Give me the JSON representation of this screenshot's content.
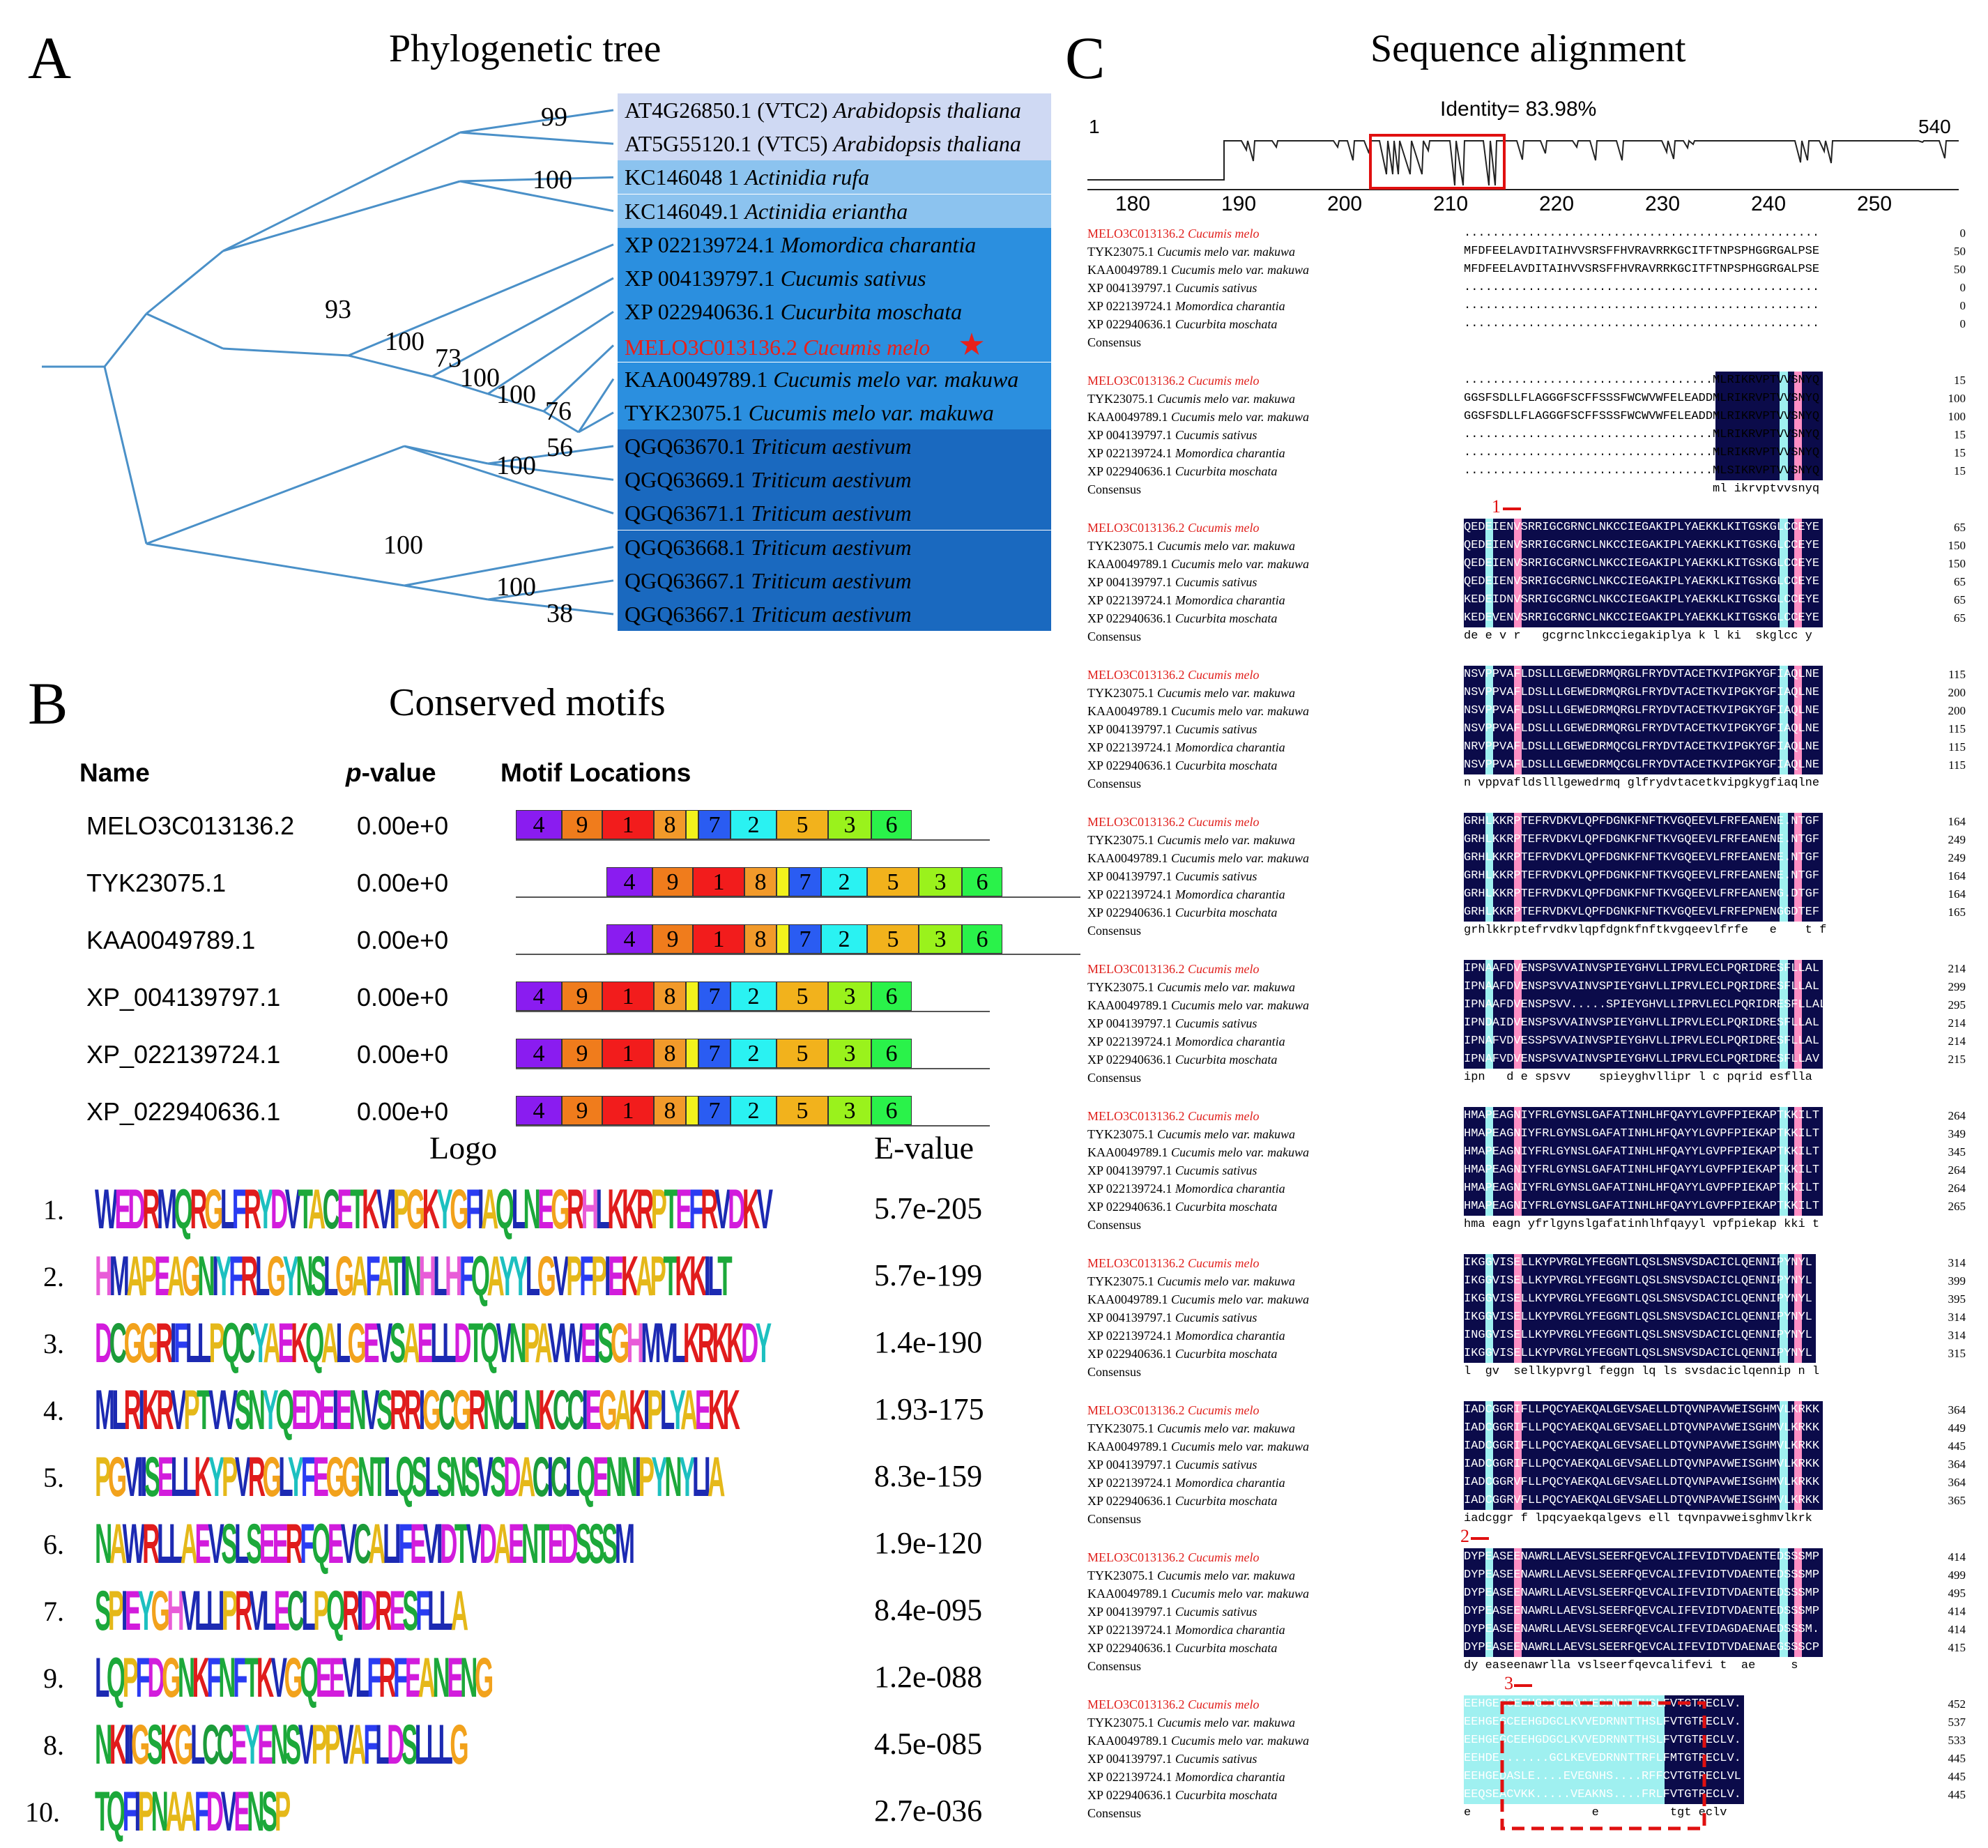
{
  "panelA": {
    "letter": "A",
    "title": "Phylogenetic tree",
    "bootstrap": [
      "99",
      "100",
      "93",
      "100",
      "73",
      "100",
      "100",
      "76",
      "100",
      "56",
      "100",
      "100",
      "38"
    ],
    "taxa": [
      {
        "id": "AT4G26850.1 (VTC2)",
        "species": "Arabidopsis thaliana",
        "color": "#cfd9f3"
      },
      {
        "id": "AT5G55120.1 (VTC5)",
        "species": "Arabidopsis thaliana",
        "color": "#cfd9f3"
      },
      {
        "id": "KC146048 1",
        "species": "Actinidia rufa",
        "color": "#8cc3ef"
      },
      {
        "id": "KC146049.1",
        "species": "Actinidia eriantha",
        "color": "#8cc3ef"
      },
      {
        "id": "XP 022139724.1",
        "species": "Momordica charantia",
        "color": "#2b8fdf"
      },
      {
        "id": "XP 004139797.1",
        "species": "Cucumis sativus",
        "color": "#2b8fdf"
      },
      {
        "id": "XP 022940636.1",
        "species": "Cucurbita moschata",
        "color": "#2b8fdf"
      },
      {
        "id": "MELO3C013136.2",
        "species": "Cucumis melo",
        "color": "#2b8fdf",
        "highlight": true
      },
      {
        "id": "KAA0049789.1",
        "species": "Cucumis melo var. makuwa",
        "color": "#2b8fdf"
      },
      {
        "id": "TYK23075.1",
        "species": "Cucumis melo var. makuwa",
        "color": "#2b8fdf"
      },
      {
        "id": "QGQ63670.1",
        "species": "Triticum aestivum",
        "color": "#1a69bf"
      },
      {
        "id": "QGQ63669.1",
        "species": "Triticum aestivum",
        "color": "#1a69bf"
      },
      {
        "id": "QGQ63671.1",
        "species": "Triticum aestivum",
        "color": "#1a69bf"
      },
      {
        "id": "QGQ63668.1",
        "species": "Triticum aestivum",
        "color": "#1a69bf"
      },
      {
        "id": "QGQ63667.1",
        "species": "Triticum aestivum",
        "color": "#1a69bf"
      },
      {
        "id": "QGQ63667.1",
        "species": "Triticum aestivum",
        "color": "#1a69bf"
      }
    ],
    "star_icon": "red-star-icon"
  },
  "panelB": {
    "letter": "B",
    "title": "Conserved motifs",
    "headers": {
      "name": "Name",
      "pvalue_p": "p",
      "pvalue_rest": "-value",
      "locations": "Motif Locations"
    },
    "motif_colors": {
      "4": "#8a1cf0",
      "9": "#f07c1c",
      "1": "#f21c1c",
      "8": "#f29a2a",
      "10": "#f2f21c",
      "7": "#2a5cf2",
      "2": "#2af2f2",
      "5": "#f2b21c",
      "3": "#9af21c",
      "6": "#2af24a"
    },
    "motif_order": [
      "4",
      "9",
      "1",
      "8",
      "10",
      "7",
      "2",
      "5",
      "3",
      "6"
    ],
    "rows": [
      {
        "name": "MELO3C013136.2",
        "pvalue": "0.00e+0"
      },
      {
        "name": "TYK23075.1",
        "pvalue": "0.00e+0"
      },
      {
        "name": "KAA0049789.1",
        "pvalue": "0.00e+0"
      },
      {
        "name": "XP_004139797.1",
        "pvalue": "0.00e+0"
      },
      {
        "name": "XP_022139724.1",
        "pvalue": "0.00e+0"
      },
      {
        "name": "XP_022940636.1",
        "pvalue": "0.00e+0"
      }
    ],
    "logo_header": "Logo",
    "evalue_header": "E-value",
    "logos": [
      {
        "idx": "1.",
        "seq": "WEDRMQRGLFRYDVTACETKVIPGKYGFIAQLNEGRHLKKRPTEFRVDKV",
        "evalue": "5.7e-205"
      },
      {
        "idx": "2.",
        "seq": "HMAPEAGNIYFRLGYNSLGAFATINHLHFQAYYLGVPFPIEKAPTKKILT",
        "evalue": "5.7e-199"
      },
      {
        "idx": "3.",
        "seq": "DCGGRIFLLPQCYAEKQALGEVSAELLDTQVNPAVWEISGHMVLKRKKDY",
        "evalue": "1.4e-190"
      },
      {
        "idx": "4.",
        "seq": "MLRIKRVPTVVSNYQEDEIENVSRRIGCGRNCLNKCCIEGAKIPLYAEKK",
        "evalue": "1.93-175"
      },
      {
        "idx": "5.",
        "seq": "PGVIISELLKYPVRGLYFEGGNTLQSLSNSVSDACICLQENNIPYNYLIA",
        "evalue": "8.3e-159"
      },
      {
        "idx": "6.",
        "seq": "NAWRLLAEVSLSEERFQEVCALIFEVIDTVDAENTEDSSSM",
        "evalue": "1.9e-120"
      },
      {
        "idx": "7.",
        "seq": "SPIEYGHVLLIPRVLECLPQRIDRESFLLA",
        "evalue": "8.4e-095"
      },
      {
        "idx": "9.",
        "seq": "LQPFDGNKFNFTKVGQEEVLFRFEANENG",
        "evalue": "1.2e-088"
      },
      {
        "idx": "8.",
        "seq": "NKIIGSKGLCCEYENSVPPVAFLDSLLLG",
        "evalue": "4.5e-085"
      },
      {
        "idx": "10.",
        "seq": "TQFIPNAAFDVENSP",
        "evalue": "2.7e-036"
      }
    ]
  },
  "panelC": {
    "letter": "C",
    "title": "Sequence alignment",
    "identity": "Identity= 83.98%",
    "range_start": "1",
    "range_end": "540",
    "ticks": [
      "180",
      "190",
      "200",
      "210",
      "220",
      "230",
      "240",
      "250"
    ],
    "names": [
      {
        "id": "MELO3C013136.2",
        "species": "Cucumis melo",
        "ref": true
      },
      {
        "id": "TYK23075.1",
        "species": "Cucumis melo var. makuwa"
      },
      {
        "id": "KAA0049789.1",
        "species": "Cucumis melo var. makuwa"
      },
      {
        "id": "XP 004139797.1",
        "species": "Cucumis sativus"
      },
      {
        "id": "XP 022139724.1",
        "species": "Momordica charantia"
      },
      {
        "id": "XP 022940636.1",
        "species": "Cucurbita moschata"
      }
    ],
    "consensus_label": "Consensus",
    "blocks": [
      {
        "seqs": [
          "..................................................",
          "MFDFEELAVDITAIHVVSRSFFHVRAVRRKGCITFTNPSPHGGRGALPSE",
          "MFDFEELAVDITAIHVVSRSFFHVRAVRRKGCITFTNPSPHGGRGALPSE",
          "..................................................",
          "..................................................",
          ".................................................."
        ],
        "nums": [
          "0",
          "50",
          "50",
          "0",
          "0",
          "0"
        ],
        "cons": "",
        "marker": ""
      },
      {
        "seqs": [
          "...................................MLRIKRVPTVVSNYQ",
          "GGSFSDLLFLAGGGFSCFFSSSFWCWVWFELEADDMLRIKRVPTVVSNYQ",
          "GGSFSDLLFLAGGGFSCFFSSSFWCWVWFELEADDMLRIKRVPTVVSNYQ",
          "...................................MLRIKRVPTVVSNYQ",
          "...................................MLRIKRVPTVVSNYQ",
          "...................................MLSIKRVPTVVSNYQ"
        ],
        "nums": [
          "15",
          "100",
          "100",
          "15",
          "15",
          "15"
        ],
        "cons": "                                   ml ikrvptvvsnyq",
        "marker": ""
      },
      {
        "seqs": [
          "QEDEIENVSRRIGCGRNCLNKCCIEGAKIPLYAEKKLKITGSKGLCCEYE",
          "QEDEIENVSRRIGCGRNCLNKCCIEGAKIPLYAEKKLKITGSKGLCCEYE",
          "QEDEIENVSRRIGCGRNCLNKCCIEGAKIPLYAEKKLKITGSKGLCCEYE",
          "QEDEIENVSRRIGCGRNCLNKCCIEGAKIPLYAEKKLKITGSKGLCCEYE",
          "KEDEIDNVSRRIGCGRNCLNKCCIEGAKIPLYAEKKLKITGSKGLCCEYE",
          "KEDEVENVSRRIGCGRNCLNKCCIEGAKIPLYAEKKLKITGSKGLCCEYE"
        ],
        "nums": [
          "65",
          "150",
          "150",
          "65",
          "65",
          "65"
        ],
        "cons": "de e v r   gcgrnclnkcciegakiplya k l ki  skglcc y",
        "marker": "1"
      },
      {
        "seqs": [
          "NSVPPVAFLDSLLLGEWEDRMQRGLFRYDVTACETKVIPGKYGFIAQLNE",
          "NSVPPVAFLDSLLLGEWEDRMQRGLFRYDVTACETKVIPGKYGFIAQLNE",
          "NSVPPVAFLDSLLLGEWEDRMQRGLFRYDVTACETKVIPGKYGFIAQLNE",
          "NSVPPVAFLDSLLLGEWEDRMQRGLFRYDVTACETKVIPGKYGFIAQLNE",
          "NRVPPVAFLDSLLLGEWEDRMQCGLFRYDVTACETKVIPGKYGFIAQLNE",
          "NSVPPVAFLDSLLLGEWEDRMQCGLFRYDVTACETKVIPGKYGFIAQLNE"
        ],
        "nums": [
          "115",
          "200",
          "200",
          "115",
          "115",
          "115"
        ],
        "cons": "n vppvafldslllgewedrmq glfrydvtacetkvipgkygfiaqlne",
        "marker": ""
      },
      {
        "seqs": [
          "GRHLKKRPTEFRVDKVLQPFDGNKFNFTKVGQEEVLFRFEANENE.NTGF",
          "GRHLKKRPTEFRVDKVLQPFDGNKFNFTKVGQEEVLFRFEANENE.NTGF",
          "GRHLKKRPTEFRVDKVLQPFDGNKFNFTKVGQEEVLFRFEANENE.NTGF",
          "GRHLKKRPTEFRVDKVLQPFDGNKFNFTKVGQEEVLFRFEANENE.NTGF",
          "GRHLKKRPTEFRVDKVLQPFDGNKFNFTKVGQEEVLFRFEANENG.DTGF",
          "GRHLKKRPTEFRVDKVLQPFDGNKFNFTKVGQEEVLFRFEPNENGGDTEF"
        ],
        "nums": [
          "164",
          "249",
          "249",
          "164",
          "164",
          "165"
        ],
        "cons": "grhlkkrptefrvdkvlqpfdgnkfnftkvgqeevlfrfe   e    t f",
        "marker": ""
      },
      {
        "seqs": [
          "IPNAAFDVENSPSVVAINVSPIEYGHVLLIPRVLECLPQRIDRESFLLAL",
          "IPNAAFDVENSPSVVAINVSPIEYGHVLLIPRVLECLPQRIDRESFLLAL",
          "IPNAAFDVENSPSVV.....SPIEYGHVLLIPRVLECLPQRIDRESFLLAL",
          "IPNDAIDVENSPSVVAINVSPIEYGHVLLIPRVLECLPQRIDRESFLLAL",
          "IPNAFVDVESSPSVVAINVSPIEYGHVLLIPRVLECLPQRIDRESFLLAL",
          "IPNAFVDVENSPSVVAINVSPIEYGHVLLIPRVLECLPQRIDRESFLLAV"
        ],
        "nums": [
          "214",
          "299",
          "295",
          "214",
          "214",
          "215"
        ],
        "cons": "ipn   d e spsvv    spieyghvllipr l c pqrid esflla",
        "marker": ""
      },
      {
        "seqs": [
          "HMAPEAGNIYFRLGYNSLGAFATINHLHFQAYYLGVPFPIEKAPTKKILT",
          "HMAPEAGNIYFRLGYNSLGAFATINHLHFQAYYLGVPFPIEKAPTKKILT",
          "HMAPEAGNIYFRLGYNSLGAFATINHLHFQAYYLGVPFPIEKAPTKKILT",
          "HMAPEAGNIYFRLGYNSLGAFATINHLHFQAYYLGVPFPIEKAPTKKILT",
          "HMAPEAGNIYFRLGYNSLGAFATINHLHFQAYYLGVPFPIEKAPTKKILT",
          "HMAPEAGNIYFRLGYNSLGAFATINHLHFQAYYLGVPFPIEKAPTKKILT"
        ],
        "nums": [
          "264",
          "349",
          "345",
          "264",
          "264",
          "265"
        ],
        "cons": "hma eagn yfrlgynslgafatinhlhfqayyl vpfpiekap kki t",
        "marker": ""
      },
      {
        "seqs": [
          "IKGGVISELLKYPVRGLYFEGGNTLQSLSNSVSDACICLQENNIPYNYL",
          "IKGGVISELLKYPVRGLYFEGGNTLQSLSNSVSDACICLQENNIPYNYL",
          "IKGGVISELLKYPVRGLYFEGGNTLQSLSNSVSDACICLQENNIPYNYL",
          "IKGGVISELLKYPVRGLYFEGGNTLQSLSNSVSDACICLQENNIPYNYL",
          "INGGVISELLKYPVRGLYFEGGNTLQSLSNSVSDACICLQENNIPYNYL",
          "IKGGVISELLKYPVRGLYFEGGNTLQSLSNSVSDACICLQENNIPYNYL"
        ],
        "nums": [
          "314",
          "399",
          "395",
          "314",
          "314",
          "315"
        ],
        "cons": "l  gv  sellkypvrgl feggn lq ls svsdaciclqennip n l",
        "marker": ""
      },
      {
        "seqs": [
          "IADCGGRIFLLPQCYAEKQALGEVSAELLDTQVNPAVWEISGHMVLKRKK",
          "IADCGGRIFLLPQCYAEKQALGEVSAELLDTQVNPAVWEISGHMVLKRKK",
          "IADCGGRIFLLPQCYAEKQALGEVSAELLDTQVNPAVWEISGHMVLKRKK",
          "IADCGGRIFLLPQCYAEKQALGEVSAELLDTQVNPAVWEISGHMVLKRKK",
          "IADCGGRVFLLPQCYAEKQALGEVSAELLDTQVNPAVWEISGHMVLKRKK",
          "IADCGGRVFLLPQCYAEKQALGEVSAELLDTQVNPAVWEISGHMVLKRKK"
        ],
        "nums": [
          "364",
          "449",
          "445",
          "364",
          "364",
          "365"
        ],
        "cons": "iadcggr f lpqcyaekqalgevs ell tqvnpavweisghmvlkrk",
        "marker": ""
      },
      {
        "seqs": [
          "DYPEASEENAWRLLAEVSLSEERFQEVCALIFEVIDTVDAENTEDSSSMP",
          "DYPEASEENAWRLLAEVSLSEERFQEVCALIFEVIDTVDAENTEDSSSMP",
          "DYPEASEENAWRLLAEVSLSEERFQEVCALIFEVIDTVDAENTEDSSSMP",
          "DYPEASEENAWRLLAEVSLSEERFQEVCALIFEVIDTVDAENTEDSSSMP",
          "DYPEASEENAWRLLAEVSLSEERFQEVCALIFEVIDAGDAENAEDSSSM.",
          "DYPEASEENAWRLLAEVSLSEERFQEVCALIFEVIDTVDAENAEGSSSCP"
        ],
        "nums": [
          "414",
          "499",
          "495",
          "414",
          "414",
          "415"
        ],
        "cons": "dy easeenawrlla vslseerfqevcalifevi t  ae     s",
        "marker": "2"
      },
      {
        "seqs": [
          "EEHGEGCEEHGDGCLKVVEDRNNTTHSLFVTGTRECLV.",
          "EEHGEGCEEHGDGCLKVVEDRNNTTHSLFVTGTRECLV.",
          "EEHGEGCEEHGDGCLKVVEDRNNTTHSLFVTGTRECLV.",
          "EEHDE.......GCLKEVEDRNNTTRFLFMTGTRECLV.",
          "EEHGEDASLE....EVEGNHS....RFFCVTGTRECLVL",
          "EEQSEACVKK.....VEAKNS....FRLFVTGTRECLV."
        ],
        "nums": [
          "452",
          "537",
          "533",
          "445",
          "445",
          "445"
        ],
        "cons": "e                 e          tgt eclv",
        "marker": "3"
      }
    ]
  }
}
